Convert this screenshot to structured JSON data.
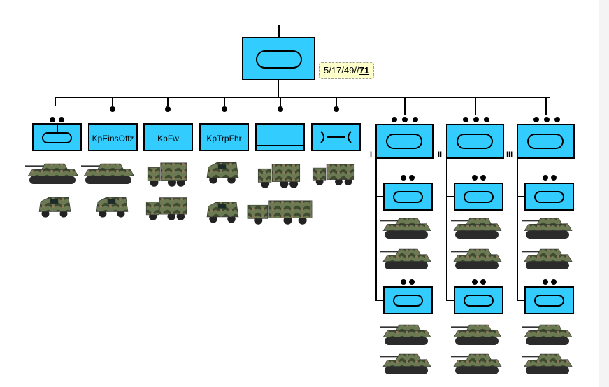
{
  "designation": {
    "text": "5/17/49//",
    "bold_text": "71"
  },
  "hq_labels": [
    "KpEinsOffz",
    "KpFw",
    "KpTrpFhr"
  ],
  "platoon_numerals": [
    "I",
    "II",
    "III"
  ],
  "colors": {
    "unit_fill": "#33ccff",
    "lines": "#000000",
    "tag_fill": "#ffffcc"
  },
  "icons": [
    "armour-symbol",
    "maintenance-symbol",
    "supply-symbol",
    "tank-icon",
    "armoured-car-icon",
    "truck-icon"
  ]
}
